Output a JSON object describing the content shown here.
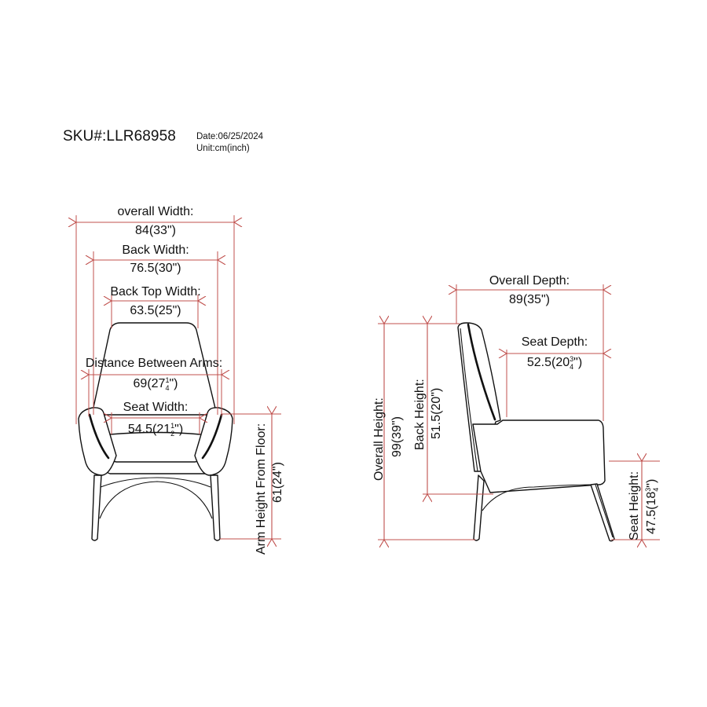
{
  "header": {
    "sku": "SKU#:LLR68958",
    "date": "Date:06/25/2024",
    "unit": "Unit:cm(inch)"
  },
  "colors": {
    "dimension_line": "#c0504d",
    "outline": "#111111",
    "background": "#ffffff"
  },
  "front_view": {
    "overall_width": {
      "label": "overall Width:",
      "value": "84(33\")"
    },
    "back_width": {
      "label": "Back Width:",
      "value": "76.5(30\")"
    },
    "back_top_width": {
      "label": "Back Top Width:",
      "value": "63.5(25\")"
    },
    "distance_between_arms": {
      "label": "Distance Between Arms:",
      "value_main": "69(27",
      "value_frac_num": "1",
      "value_frac_den": "4",
      "value_end": "\")"
    },
    "seat_width": {
      "label": "Seat Width:",
      "value_main": "54.5(21",
      "value_frac_num": "1",
      "value_frac_den": "2",
      "value_end": "\")"
    },
    "arm_height_from_floor": {
      "label": "Arm Height From Floor:",
      "value": "61(24\")"
    }
  },
  "side_view": {
    "overall_depth": {
      "label": "Overall Depth:",
      "value": "89(35\")"
    },
    "seat_depth": {
      "label": "Seat Depth:",
      "value_main": "52.5(20",
      "value_frac_num": "3",
      "value_frac_den": "4",
      "value_end": "\")"
    },
    "overall_height": {
      "label": "Overall Height:",
      "value": "99(39\")"
    },
    "back_height": {
      "label": "Back Height:",
      "value": "51.5(20\")"
    },
    "seat_height": {
      "label": "Seat Height:",
      "value_main": "47.5(18",
      "value_frac_num": "3",
      "value_frac_den": "4",
      "value_end": "\")"
    }
  }
}
